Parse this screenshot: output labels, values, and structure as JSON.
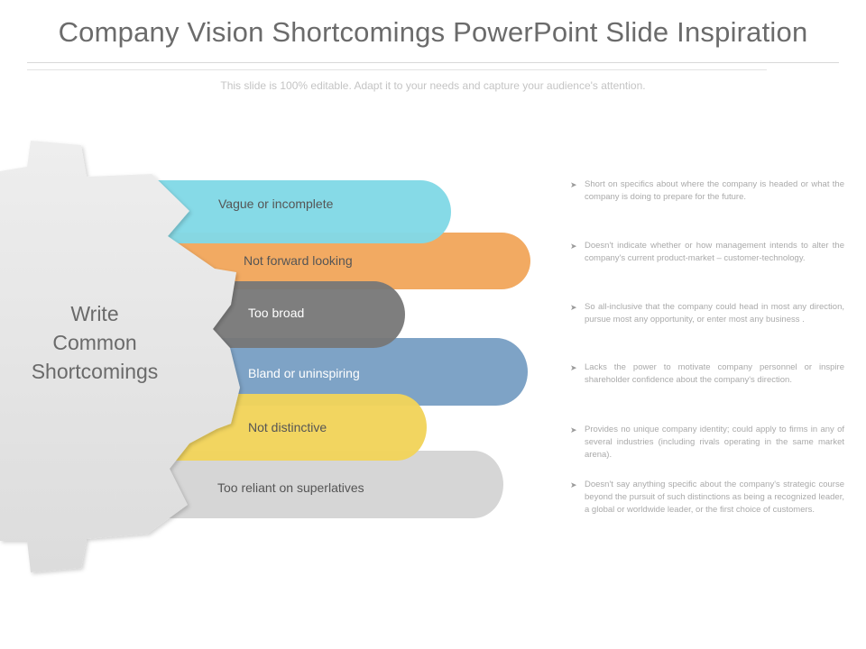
{
  "slide": {
    "title": "Company Vision Shortcomings PowerPoint Slide Inspiration",
    "subtitle": "This slide is 100% editable. Adapt it to your needs and capture your audience's attention."
  },
  "gear": {
    "label_lines": [
      "Write",
      "Common",
      "Shortcomings"
    ],
    "color": "#e6e6e6"
  },
  "bars": [
    {
      "label": "Vague or incomplete",
      "color": "#82d9e6",
      "text_color": "#555555"
    },
    {
      "label": "Not forward looking",
      "color": "#f2aa62",
      "text_color": "#555555"
    },
    {
      "label": "Too broad",
      "color": "#7a7a7a",
      "text_color": "#ffffff"
    },
    {
      "label": "Bland or uninspiring",
      "color": "#7ea3c6",
      "text_color": "#ffffff"
    },
    {
      "label": "Not distinctive",
      "color": "#f1d35a",
      "text_color": "#555555"
    },
    {
      "label": "Too reliant on superlatives",
      "color": "#d6d6d6",
      "text_color": "#555555"
    }
  ],
  "notes": [
    "Short on specifics about where the company is headed or what the company is doing to prepare for the future.",
    "Doesn't indicate whether or how management intends to alter the company's current product-market – customer-technology.",
    "So all-inclusive that the company could head in most any direction, pursue most any opportunity, or enter most any business .",
    "Lacks the power to motivate company personnel or inspire shareholder confidence about the company's direction.",
    "Provides no unique company identity; could apply to firms in any of several industries (including rivals operating in the same market arena).",
    "Doesn't say anything specific about the company's strategic course beyond the pursuit of such distinctions as being a recognized leader, a global or worldwide leader, or the first choice of customers."
  ],
  "bullet_icon": "chevron-right-icon"
}
